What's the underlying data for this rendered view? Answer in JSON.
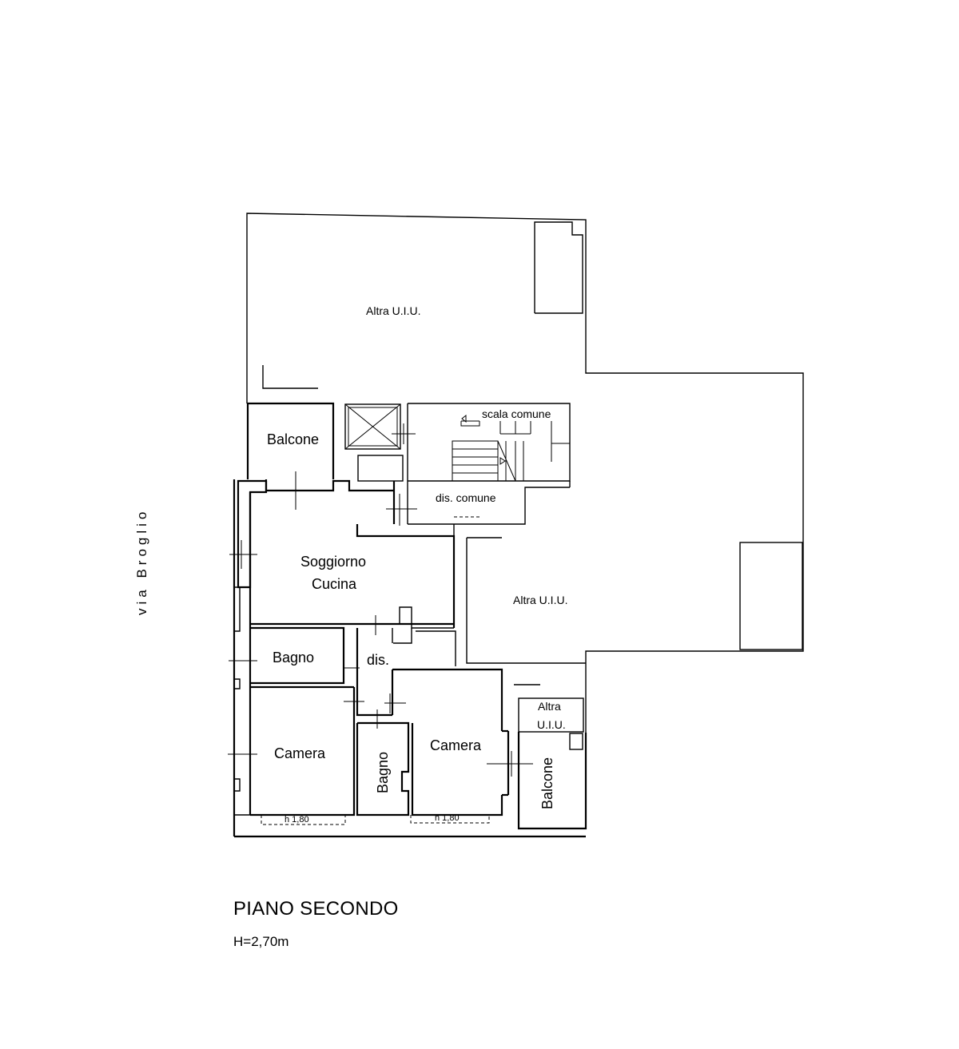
{
  "plan": {
    "title": "PIANO SECONDO",
    "height": "H=2,70m",
    "street": "via Broglio",
    "rooms": {
      "altra_top": "Altra U.I.U.",
      "altra_right": "Altra U.I.U.",
      "altra_small_1": "Altra",
      "altra_small_2": "U.I.U.",
      "scala": "scala comune",
      "dis_comune": "dis. comune",
      "balcone_top": "Balcone",
      "soggiorno": "Soggiorno",
      "cucina": "Cucina",
      "bagno_1": "Bagno",
      "dis": "dis.",
      "camera_1": "Camera",
      "bagno_2": "Bagno",
      "camera_2": "Camera",
      "balcone_right": "Balcone"
    },
    "sill_1": "h 1,80",
    "sill_2": "h 1,80"
  }
}
